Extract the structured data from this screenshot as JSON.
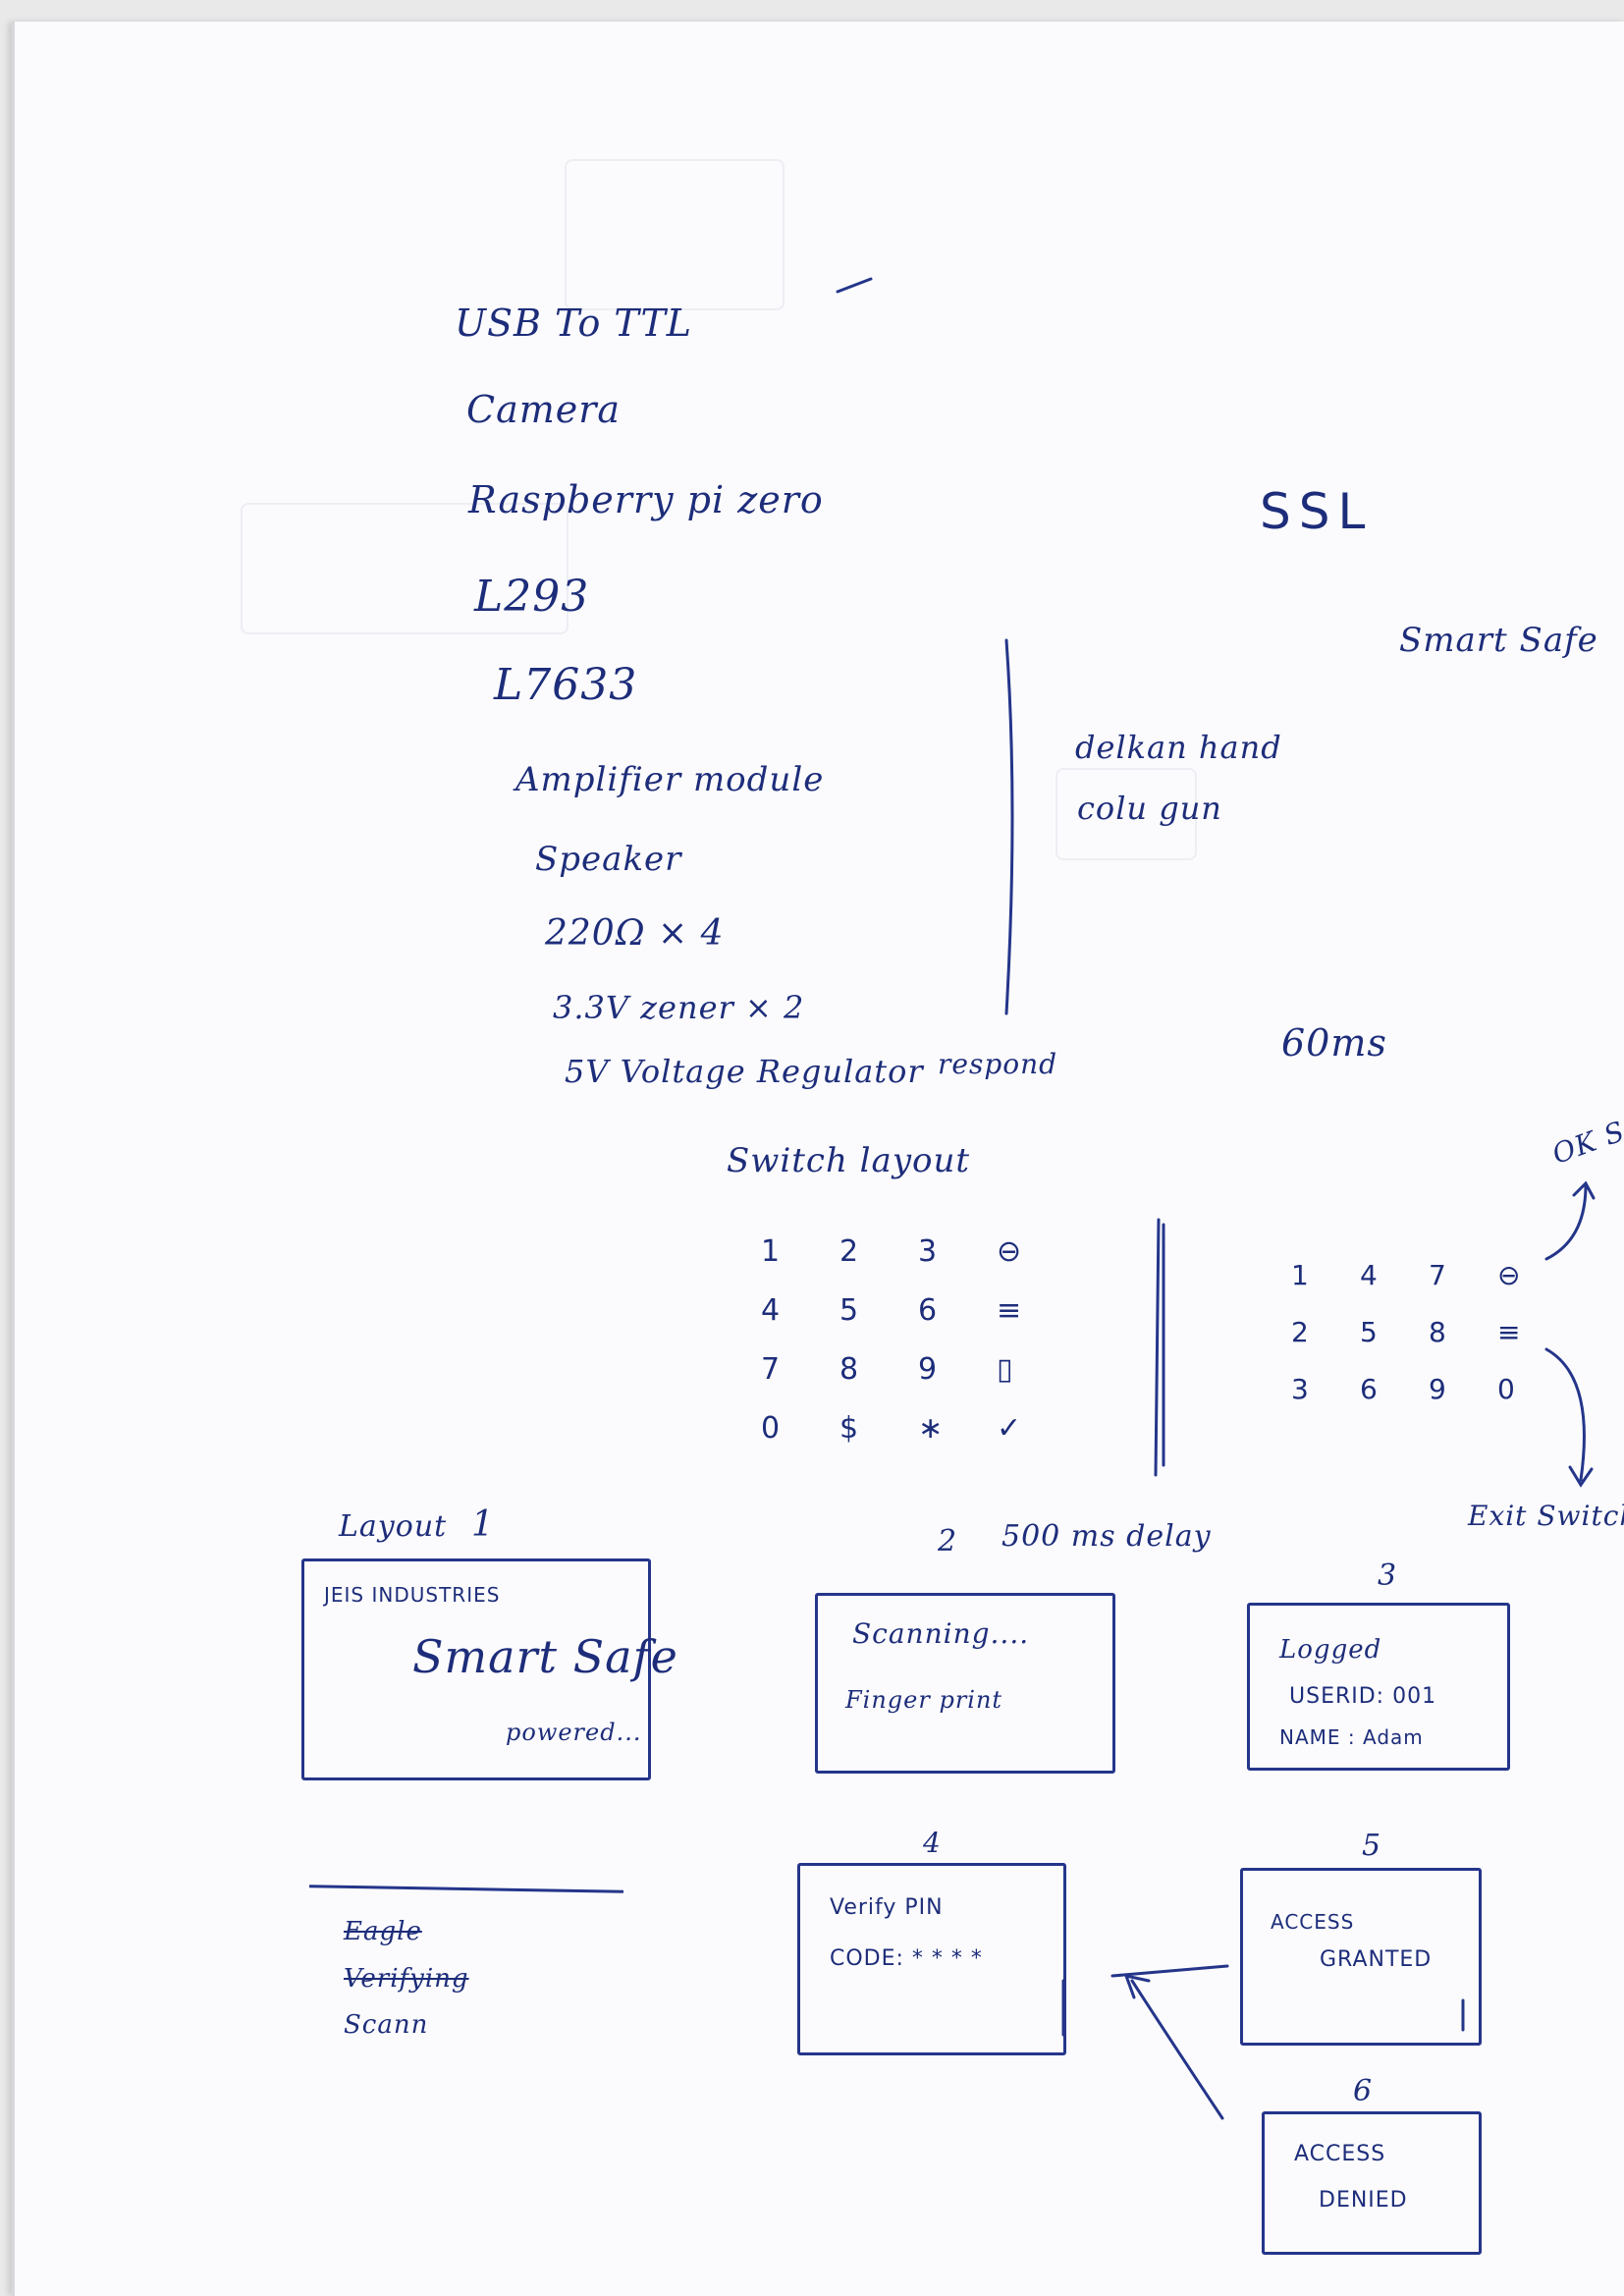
{
  "parts_list": [
    "USB To TTL",
    "Camera",
    "Raspberry pi zero",
    "L293",
    "L7633",
    "Amplifier module",
    "Speaker",
    "220Ω  × 4",
    "3.3V  zener × 2",
    "5V  Voltage Regulator"
  ],
  "side_notes": {
    "ssl": "SSL",
    "smart_safe": "Smart Safe",
    "delkan_line1": "delkan  hand",
    "delkan_line2": "colu  gun",
    "respond": "respond",
    "timing": "60ms"
  },
  "keypad": {
    "title": "Switch  layout",
    "rows": [
      [
        "1",
        "2",
        "3",
        "⊖"
      ],
      [
        "4",
        "5",
        "6",
        "≡"
      ],
      [
        "7",
        "8",
        "9",
        "▯"
      ],
      [
        "0",
        "$",
        "∗",
        "✓"
      ]
    ]
  },
  "switch_diagram": {
    "rows": [
      [
        "1",
        "4",
        "7",
        "⊖"
      ],
      [
        "2",
        "5",
        "8",
        "≡"
      ],
      [
        "3",
        "6",
        "9",
        "0"
      ]
    ],
    "ok_label": "OK S",
    "exit_label": "Exit Switch"
  },
  "screens": {
    "layout_label": "Layout",
    "layout_num": "1",
    "s1": {
      "brand": "JEIS INDUSTRIES",
      "title": "Smart Safe",
      "status": "powered..."
    },
    "s2": {
      "num": "2",
      "delay": "500 ms delay",
      "line1": "Scanning....",
      "line2": "Finger print"
    },
    "s3": {
      "num": "3",
      "line1": "Logged",
      "line2": "USERID: 001",
      "line3": "NAME : Adam"
    },
    "s4": {
      "num": "4",
      "line1": "Verify   PIN",
      "line2": "CODE: * * * *"
    },
    "s5": {
      "num": "5",
      "line1": "ACCESS",
      "line2": "GRANTED"
    },
    "s6": {
      "num": "6",
      "line1": "ACCESS",
      "line2": "DENIED"
    }
  },
  "stray_note": {
    "line1": "Eagle",
    "line2": "Verifying",
    "line3": "Scann"
  }
}
